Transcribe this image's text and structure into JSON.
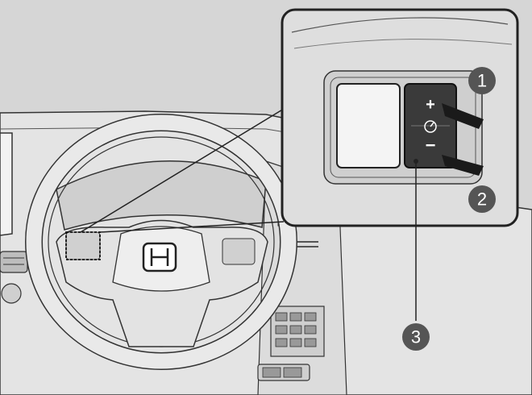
{
  "switch": {
    "plus_label": "+",
    "minus_label": "−",
    "icon": "speedometer-icon"
  },
  "callouts": [
    {
      "label": "1"
    },
    {
      "label": "2"
    },
    {
      "label": "3"
    }
  ],
  "colors": {
    "background": "#d6d6d6",
    "callout_fill": "#555555",
    "switch_body": "#3a3a3a",
    "outline": "#222222"
  }
}
